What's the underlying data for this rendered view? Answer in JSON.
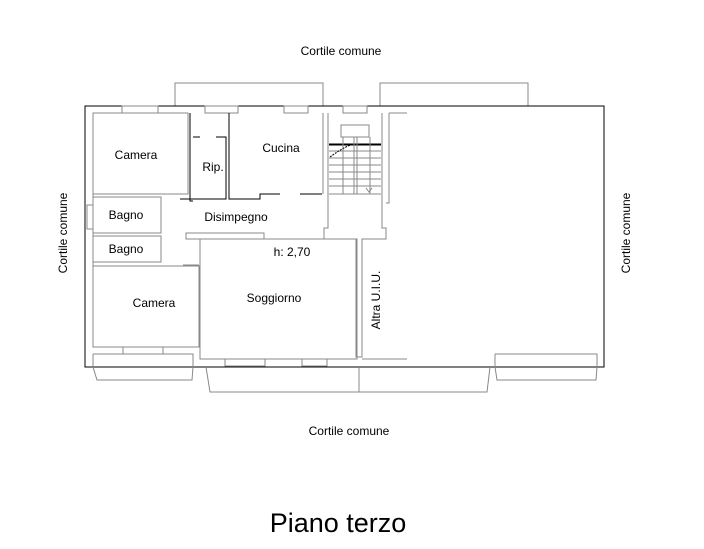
{
  "surroundings": {
    "top": "Cortile comune",
    "bottom": "Cortile comune",
    "left": "Cortile comune",
    "right": "Cortile comune"
  },
  "rooms": {
    "camera_top": "Camera",
    "ripostiglio": "Rip.",
    "cucina": "Cucina",
    "bagno_1": "Bagno",
    "disimpegno": "Disimpegno",
    "bagno_2": "Bagno",
    "height": "h: 2,70",
    "camera_bottom": "Camera",
    "soggiorno": "Soggiorno",
    "altra_uiu": "Altra U.I.U."
  },
  "title": "Piano terzo"
}
